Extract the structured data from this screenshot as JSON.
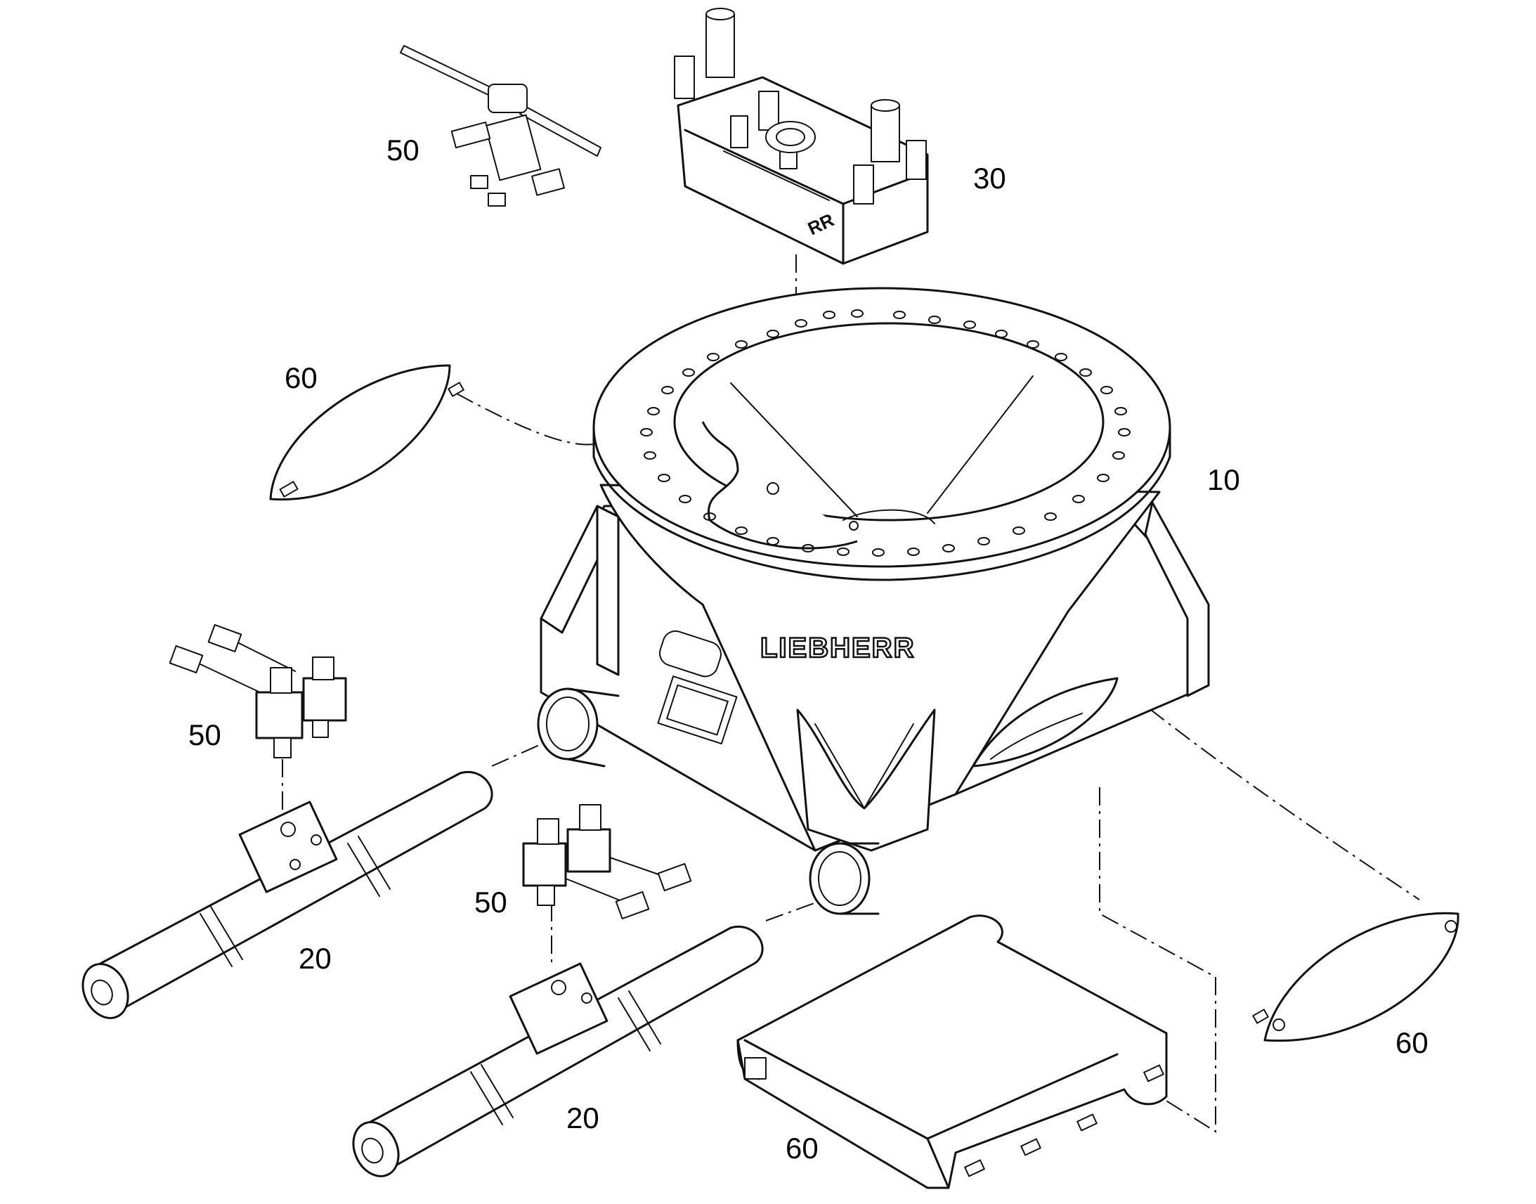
{
  "callouts": {
    "c10": "10",
    "c20a": "20",
    "c20b": "20",
    "c30": "30",
    "c50a": "50",
    "c50b": "50",
    "c50c": "50",
    "c60a": "60",
    "c60b": "60",
    "c60c": "60"
  },
  "brand": {
    "text": "LIEBHERR"
  }
}
